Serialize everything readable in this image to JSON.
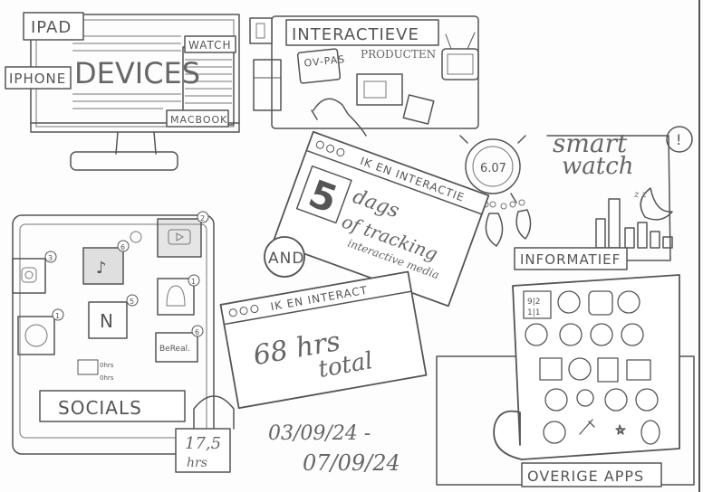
{
  "devices": {
    "title": "DEVICES",
    "ipad": "IPAD",
    "iphone": "IPHONE",
    "watch": "WATCH",
    "macbook": "MACBOOK"
  },
  "interactive": {
    "title": "INTERACTIEVE",
    "subtitle": "PRODUCTEN",
    "ov_pas": "OV-PAS"
  },
  "smartwatch": {
    "time": "6.07",
    "label_line1": "smart",
    "label_line2": "watch",
    "info": "INFORMATIEF",
    "alert": "!"
  },
  "center": {
    "window_title": "IK EN INTERACTIE",
    "number": "5",
    "line1": "dags",
    "line2": "of tracking",
    "line3": "interactive media",
    "and": "AND",
    "window2_title": "IK EN INTERACT",
    "hours_total": "68 hrs",
    "total": "total",
    "date_start": "03/09/24 -",
    "date_end": "07/09/24"
  },
  "socials": {
    "label": "SOCIALS",
    "hours": "17,5",
    "hrs": "hrs",
    "bereal": "BeReal.",
    "legend_a": "0hrs",
    "legend_b": "0hrs",
    "badges": {
      "youtube": "2",
      "instagram": "3",
      "tiktok": "6",
      "snapchat": "1",
      "whatsapp": "1",
      "nos": "5",
      "bereal": "6"
    }
  },
  "apps": {
    "label": "OVERIGE APPS",
    "calendar_top": "9|2",
    "calendar_bottom": "1|1"
  },
  "colors": {
    "ink": "#555555",
    "paper": "#fdfdfd"
  }
}
